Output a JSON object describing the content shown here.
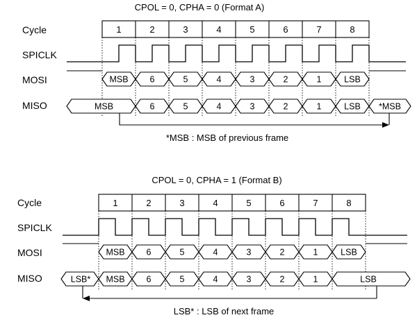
{
  "row_labels": {
    "cycle": "Cycle",
    "clock": "SPICLK",
    "mosi": "MOSI",
    "miso": "MISO"
  },
  "cycles": [
    "1",
    "2",
    "3",
    "4",
    "5",
    "6",
    "7",
    "8"
  ],
  "format_a": {
    "title": "CPOL = 0, CPHA = 0 (Format A)",
    "mosi_bits": [
      "MSB",
      "6",
      "5",
      "4",
      "3",
      "2",
      "1",
      "LSB"
    ],
    "miso_bits": [
      "MSB",
      "6",
      "5",
      "4",
      "3",
      "2",
      "1",
      "LSB"
    ],
    "miso_extra": "*MSB",
    "note": "*MSB : MSB of previous frame"
  },
  "format_b": {
    "title": "CPOL = 0, CPHA = 1 (Format B)",
    "mosi_bits": [
      "MSB",
      "6",
      "5",
      "4",
      "3",
      "2",
      "1",
      "LSB"
    ],
    "miso_bits": [
      "MSB",
      "6",
      "5",
      "4",
      "3",
      "2",
      "1"
    ],
    "miso_extra": "LSB*",
    "miso_tail": "LSB",
    "note": "LSB* : LSB of next frame"
  }
}
